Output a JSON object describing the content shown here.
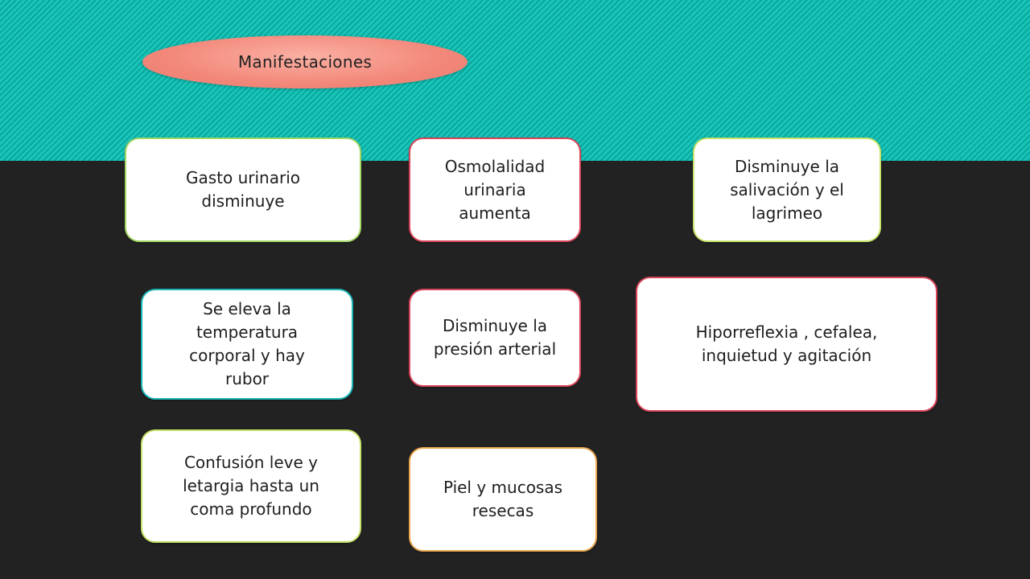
{
  "title": "Manifestaciones",
  "colors": {
    "teal_band": "#15c2b6",
    "dark_background": "#222222",
    "title_ellipse": "#f2887a",
    "border_green": "#a5d867",
    "border_red": "#d9455a",
    "border_teal": "#1bb6b6",
    "border_lime": "#c7e36a",
    "border_orange": "#eca850"
  },
  "boxes": [
    {
      "text": "Gasto  urinario\ndisminuye"
    },
    {
      "text": "Osmolalidad\nurinaria\naumenta"
    },
    {
      "text": "Disminuye la\nsalivación y el\nlagrimeo"
    },
    {
      "text": "Se eleva la\ntemperatura\ncorporal  y hay\nrubor"
    },
    {
      "text": "Disminuye la\npresión arterial"
    },
    {
      "text": "Hiporreflexia , cefalea,\ninquietud y agitación"
    },
    {
      "text": "Confusión leve  y\nletargia hasta un\ncoma profundo"
    },
    {
      "text": "Piel y mucosas\nresecas"
    }
  ]
}
